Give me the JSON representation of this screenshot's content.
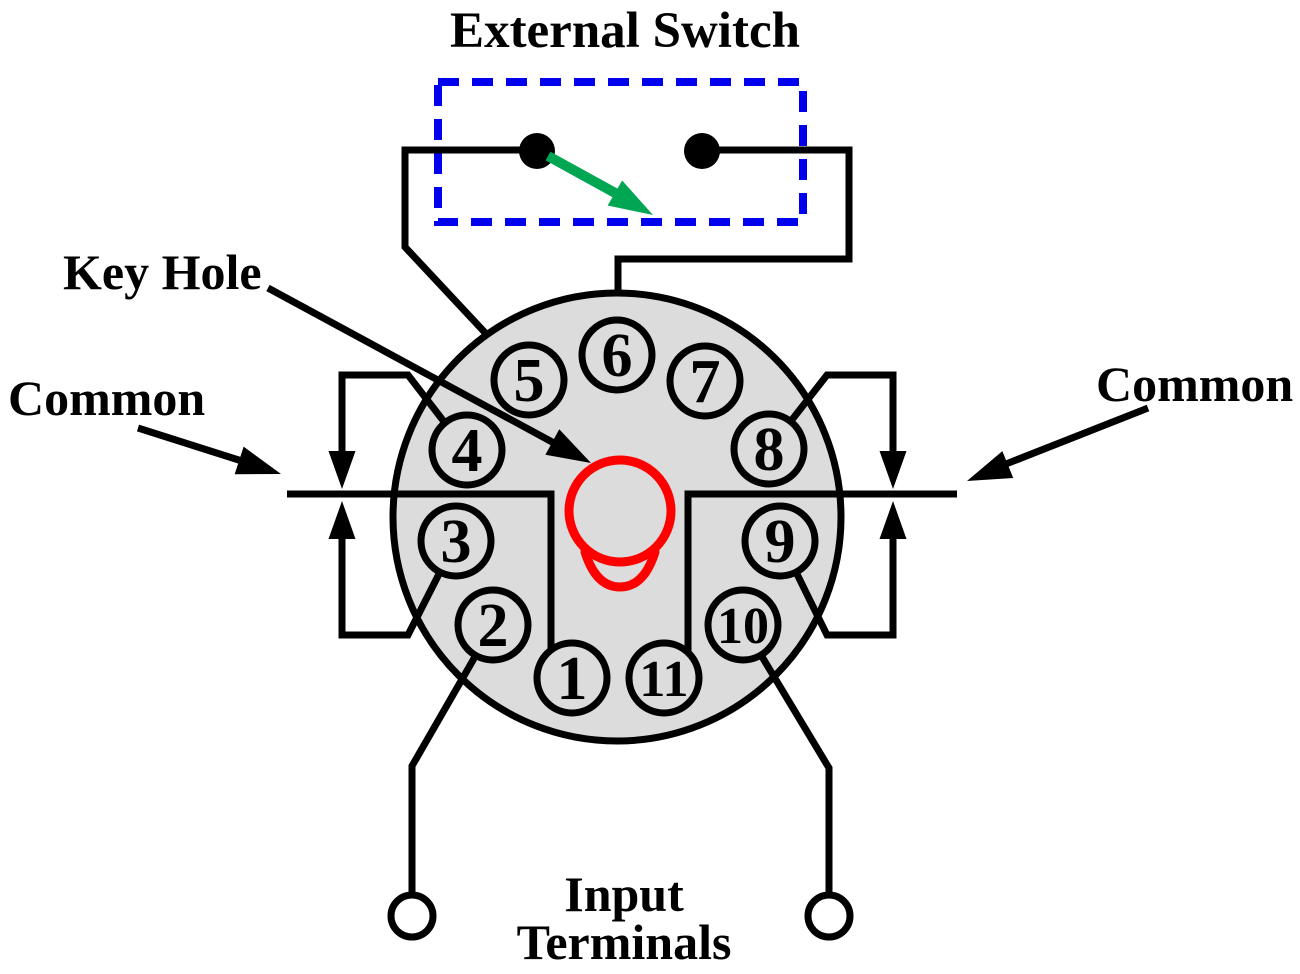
{
  "external_switch": {
    "title": "External Switch"
  },
  "key_hole": {
    "label": "Key Hole"
  },
  "common": {
    "left_label": "Common",
    "right_label": "Common"
  },
  "input_terminals": {
    "line1": "Input",
    "line2": "Terminals"
  },
  "pins": [
    {
      "number": "1"
    },
    {
      "number": "2"
    },
    {
      "number": "3"
    },
    {
      "number": "4"
    },
    {
      "number": "5"
    },
    {
      "number": "6"
    },
    {
      "number": "7"
    },
    {
      "number": "8"
    },
    {
      "number": "9"
    },
    {
      "number": "10"
    },
    {
      "number": "11"
    }
  ],
  "colors": {
    "blue": "#0000EE",
    "red": "#EE0000",
    "keyhole_red": "#FF0000",
    "green": "#00A651",
    "socket_gray": "#DCDCDC",
    "black": "#000000",
    "background": "#FFFFFF"
  }
}
